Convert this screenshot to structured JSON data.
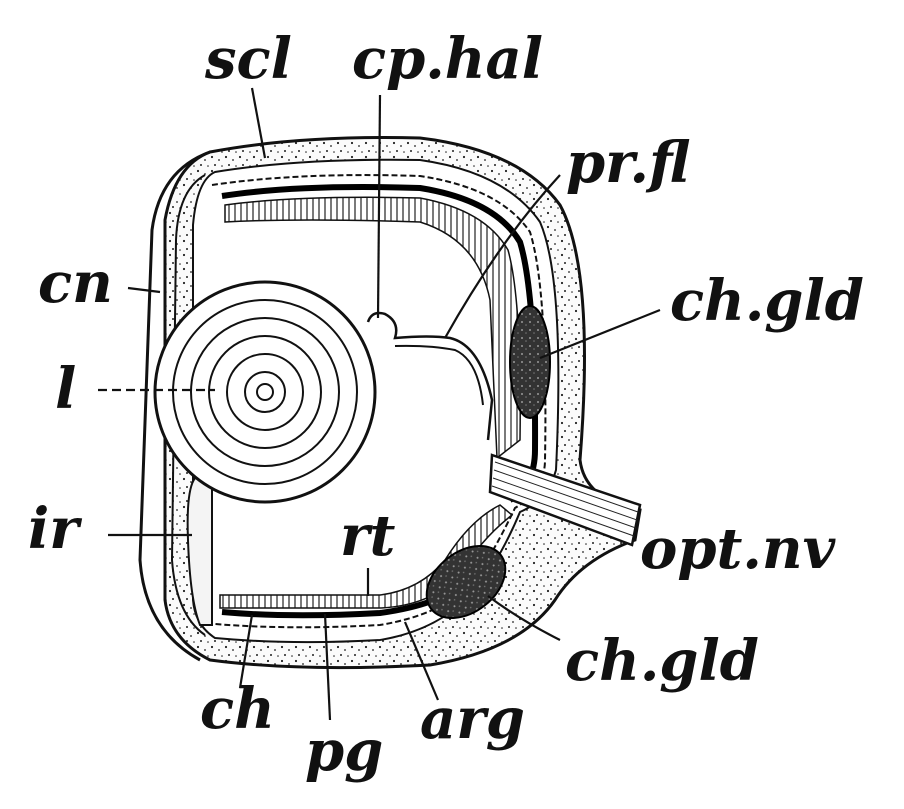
{
  "diagram": {
    "labels": {
      "scl": "scl",
      "cp_hal": "cp.hal",
      "pr_fl": "pr.fl",
      "cn": "cn",
      "ch_gld_upper": "ch.gld",
      "l": "l",
      "ir": "ir",
      "rt": "rt",
      "opt_nv": "opt.nv",
      "ch_gld_lower": "ch.gld",
      "ch": "ch",
      "pg": "pg",
      "arg": "arg"
    }
  }
}
